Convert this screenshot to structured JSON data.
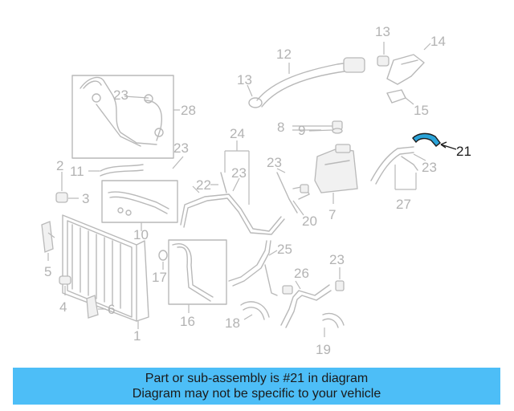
{
  "diagram": {
    "highlight_color": "#2aa3d8",
    "part_color": "#b9b9b9",
    "highlighted_part": "21",
    "callouts": [
      "1",
      "2",
      "3",
      "4",
      "5",
      "6",
      "7",
      "8",
      "9",
      "10",
      "11",
      "12",
      "13",
      "13",
      "14",
      "15",
      "16",
      "17",
      "18",
      "19",
      "20",
      "21",
      "22",
      "23",
      "23",
      "23",
      "23",
      "23",
      "23",
      "23",
      "24",
      "25",
      "26",
      "27",
      "28"
    ]
  },
  "banner": {
    "background": "#4dbef7",
    "line1": "Part or sub-assembly is #21 in diagram",
    "line2": "Diagram may not be specific to your vehicle"
  }
}
